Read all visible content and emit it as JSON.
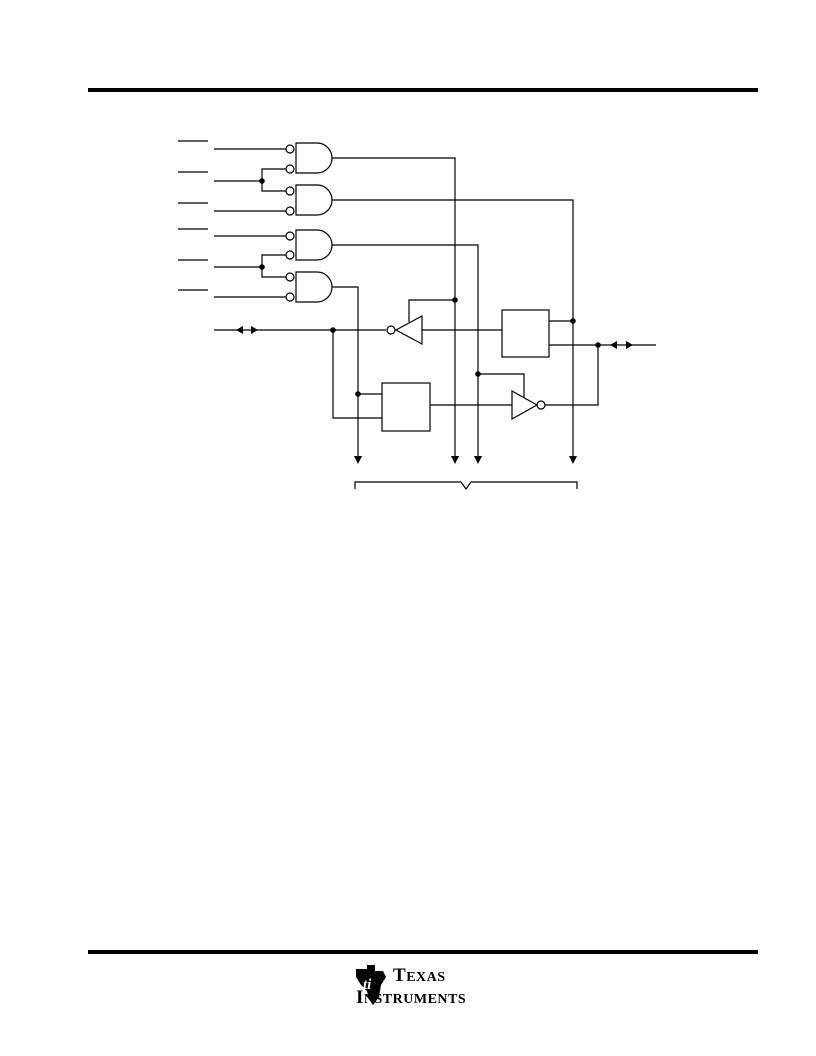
{
  "logo": {
    "word1_initial": "T",
    "word1_rest": "EXAS",
    "word2_initial": "I",
    "word2_rest": "NSTRUMENTS",
    "icon": "ti-state-logo-icon"
  },
  "diagram": {
    "type": "logic-schematic",
    "inputs": 6,
    "and_gates": 4,
    "buffers": 2,
    "registers": 2,
    "outputs_to_bus": 4
  }
}
